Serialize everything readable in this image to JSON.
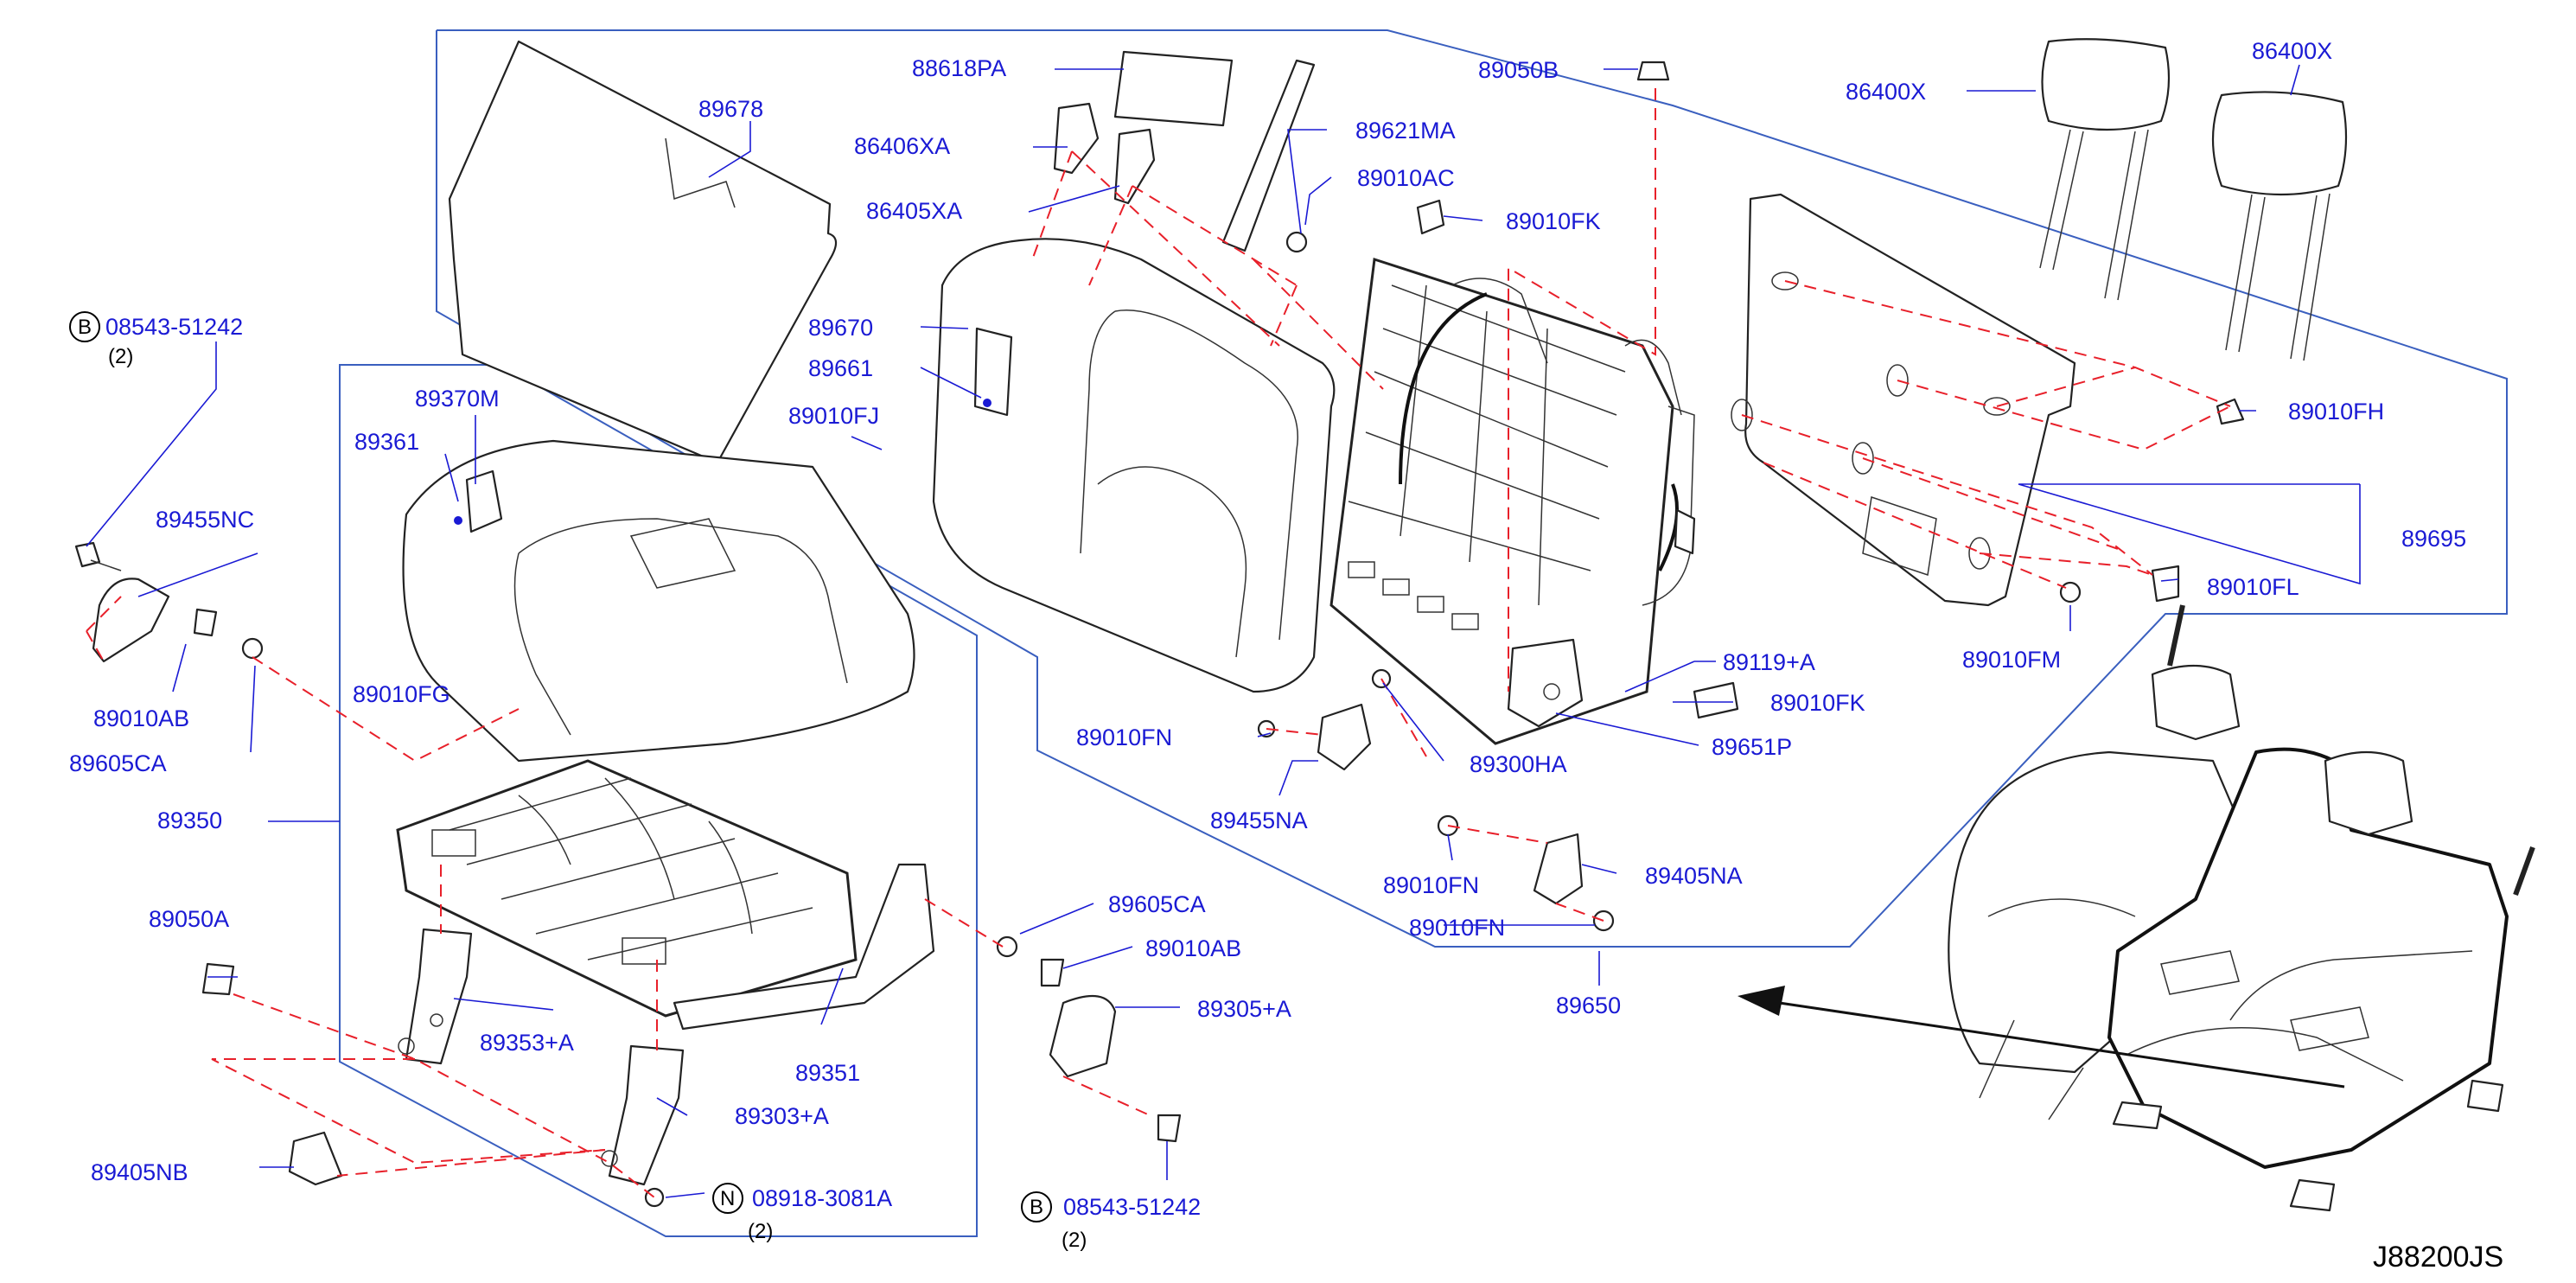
{
  "diagram_id": "J88200JS",
  "colors": {
    "label": "#1a1ad4",
    "boundary": "#3a5fbf",
    "dashed_connector": "#e8202a",
    "line_art": "#222222"
  },
  "labels": {
    "p89678": "89678",
    "p08543_51242_left": "08543-51242",
    "qty_left_bolt": "(2)",
    "p89370M": "89370M",
    "p89361": "89361",
    "p89455NC": "89455NC",
    "p89010AB_left": "89010AB",
    "p89605CA_left": "89605CA",
    "p89010FG": "89010FG",
    "p89350": "89350",
    "p89050A": "89050A",
    "p89353A": "89353+A",
    "p89351": "89351",
    "p89303A": "89303+A",
    "p89405NB": "89405NB",
    "p08918_3081A": "08918-3081A",
    "qty_nut": "(2)",
    "p88618PA": "88618PA",
    "p86406XA": "86406XA",
    "p86405XA": "86405XA",
    "p89621MA": "89621MA",
    "p89010AC": "89010AC",
    "p89670": "89670",
    "p89661": "89661",
    "p89010FJ": "89010FJ",
    "p89010FK_top": "89010FK",
    "p89050B": "89050B",
    "p86400X_left": "86400X",
    "p86400X_right": "86400X",
    "p89010FH": "89010FH",
    "p89695": "89695",
    "p89010FL": "89010FL",
    "p89010FM": "89010FM",
    "p89119A": "89119+A",
    "p89010FK_bottom": "89010FK",
    "p89651P": "89651P",
    "p89010FN_left": "89010FN",
    "p89300HA": "89300HA",
    "p89455NA": "89455NA",
    "p89010FN_mid": "89010FN",
    "p89405NA": "89405NA",
    "p89010FN_low": "89010FN",
    "p89650": "89650",
    "p89605CA_right": "89605CA",
    "p89010AB_right": "89010AB",
    "p89305A": "89305+A",
    "p08543_51242_right": "08543-51242",
    "qty_right_bolt": "(2)"
  },
  "callout_letters": {
    "bolt_left": "B",
    "nut": "N",
    "bolt_right": "B"
  }
}
